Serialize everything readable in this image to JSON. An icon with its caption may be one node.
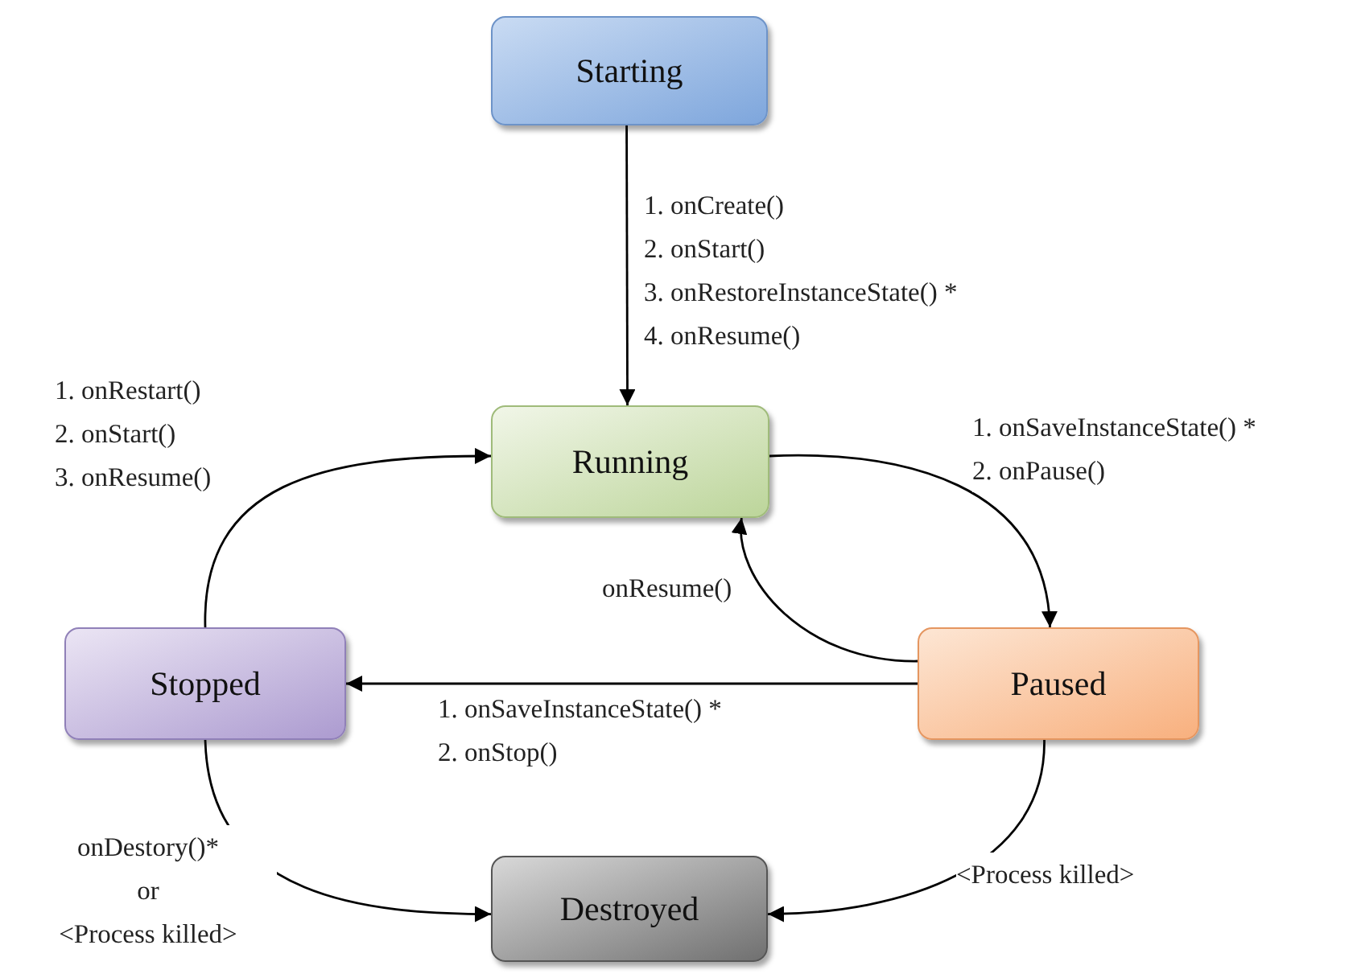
{
  "diagram": {
    "nodes": [
      {
        "text": [
          "Starting"
        ]
      },
      {
        "text": [
          "Running"
        ]
      },
      {
        "text": [
          "Paused"
        ]
      },
      {
        "text": [
          "Stopped"
        ]
      },
      {
        "text": [
          "Destroyed"
        ]
      }
    ],
    "edges": [
      {
        "from": 0,
        "to": 1,
        "arrow": "to",
        "label": "1. onCreate() 2. onStart() 3. onRestoreInstanceState() * 4. onResume()"
      },
      {
        "from": 1,
        "to": 2,
        "arrow": "to",
        "label": "1. onSaveInstanceState() * 2. onPause()"
      },
      {
        "from": 2,
        "to": 1,
        "arrow": "to",
        "label": "onResume()"
      },
      {
        "from": 2,
        "to": 3,
        "arrow": "to",
        "label": "1. onSaveInstanceState() * 2. onStop()"
      },
      {
        "from": 3,
        "to": 1,
        "arrow": "to",
        "label": "1. onRestart() 2. onStart() 3. onResume()"
      },
      {
        "from": 3,
        "to": 4,
        "arrow": "to",
        "label": "onDestory()* or <Process killed>"
      },
      {
        "from": 2,
        "to": 4,
        "arrow": "to",
        "label": "<Process killed>"
      }
    ]
  }
}
